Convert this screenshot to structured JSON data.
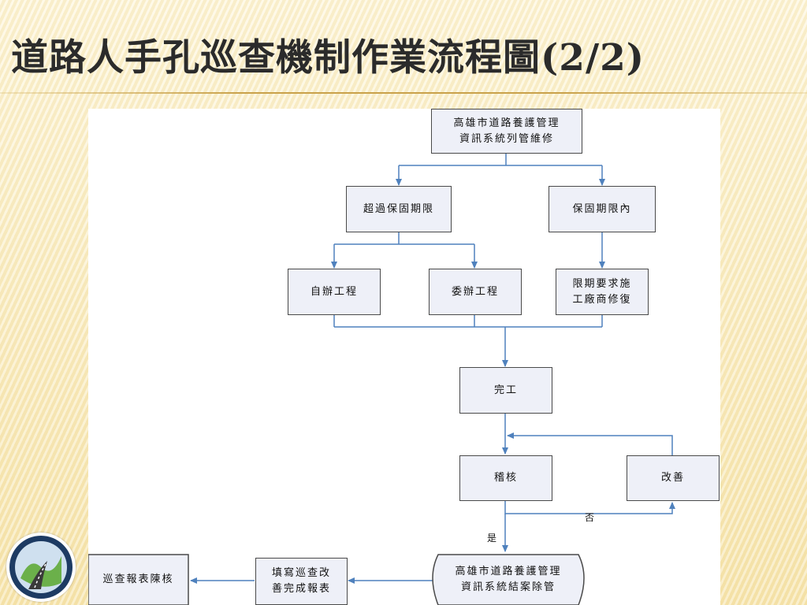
{
  "slide": {
    "title": "道路人手孔巡查機制作業流程圖(2/2)"
  },
  "flow": {
    "n_top": "高雄市道路養護管理\n資訊系統列管維修",
    "n_over": "超過保固期限",
    "n_within": "保固期限內",
    "n_self": "自辦工程",
    "n_delegate": "委辦工程",
    "n_vendor": "限期要求施\n工廠商修復",
    "n_done": "完工",
    "n_check": "稽核",
    "n_improve": "改善",
    "n_close": "高雄市道路養護管理\n資訊系統結案除管",
    "n_fill": "填寫巡查改\n善完成報表",
    "n_report": "巡查報表陳核",
    "label_no": "否",
    "label_yes": "是"
  },
  "colors": {
    "node_fill": "#eef0f8",
    "connector": "#4f81bd",
    "border": "#4a4a4a"
  }
}
